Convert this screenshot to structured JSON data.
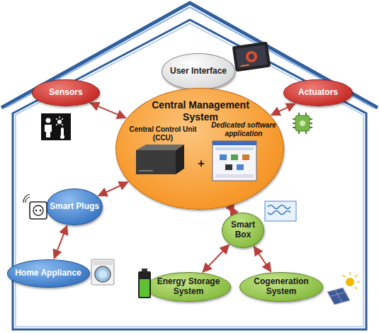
{
  "diagram": {
    "nodes": [
      {
        "text": [
          "User Interface"
        ]
      },
      {
        "text": [
          "Sensors"
        ]
      },
      {
        "text": [
          "Actuators"
        ]
      },
      {
        "text": [
          "Central Management System",
          "Central Control Unit (CCU)",
          "+",
          "Dedicated software application"
        ]
      },
      {
        "text": [
          "Smart Plugs"
        ]
      },
      {
        "text": [
          "Home Appliance"
        ]
      },
      {
        "text": [
          "Smart Box"
        ]
      },
      {
        "text": [
          "Energy Storage System"
        ]
      },
      {
        "text": [
          "Cogeneration System"
        ]
      }
    ],
    "edges": [
      {
        "from": 0,
        "to": 3,
        "arrow": "both"
      },
      {
        "from": 1,
        "to": 3,
        "arrow": "both"
      },
      {
        "from": 2,
        "to": 3,
        "arrow": "both"
      },
      {
        "from": 4,
        "to": 3,
        "arrow": "both"
      },
      {
        "from": 4,
        "to": 5,
        "arrow": "both"
      },
      {
        "from": 6,
        "to": 3,
        "arrow": "both"
      },
      {
        "from": 6,
        "to": 7,
        "arrow": "both"
      },
      {
        "from": 6,
        "to": 8,
        "arrow": "both"
      }
    ]
  }
}
